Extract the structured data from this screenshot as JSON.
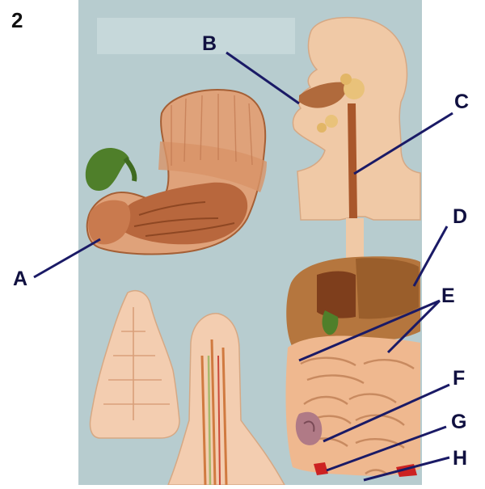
{
  "figure_number": "2",
  "labels": {
    "a": "A",
    "b": "B",
    "c": "C",
    "d": "D",
    "e": "E",
    "f": "F",
    "g": "G",
    "h": "H"
  },
  "colors": {
    "board": "#b7cccf",
    "tissue": "#f0c9a6",
    "stomach": "#dfa27a",
    "stomach_dark": "#b8673d",
    "muscle": "#c97a4e",
    "gallbladder": "#4f7f2a",
    "liver": "#b5763e",
    "intestine": "#efb88f",
    "vessel_red": "#cc2222",
    "leader_line": "#1a1a66"
  },
  "icons": [
    "stomach-illustration",
    "head-esophagus-illustration",
    "digestive-tract-illustration",
    "villus-illustration"
  ]
}
